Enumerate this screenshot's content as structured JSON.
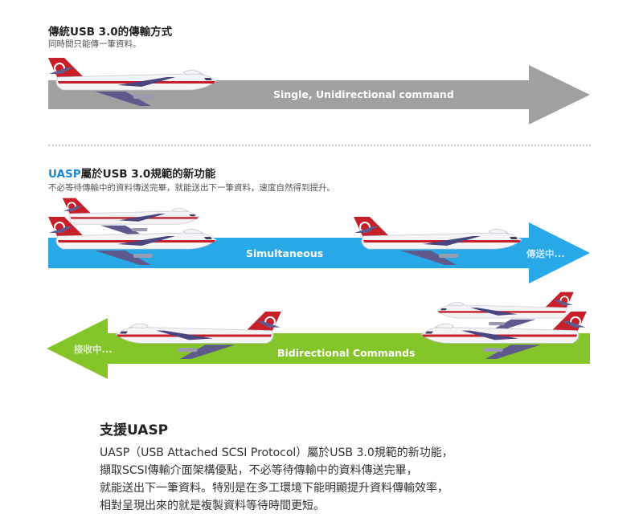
{
  "section1": {
    "title": "傳統USB 3.0的傳輸方式",
    "subtitle": "同時間只能傳一筆資料。",
    "arrow_label": "Single, Unidirectional command",
    "arrow_color": "#a0a0a0"
  },
  "section2": {
    "title_accent": "UASP",
    "title_rest": "屬於USB 3.0規範的新功能",
    "subtitle": "不必等待傳輸中的資料傳送完畢，就能送出下一筆資料，速度自然得到提升。",
    "blue_arrow_label": "Simultaneous",
    "blue_arrow_tip_label": "傳送中...",
    "blue_color": "#29a8e8",
    "green_arrow_label": "Bidirectional Commands",
    "green_arrow_tail_label": "接收中...",
    "green_color": "#84c52a"
  },
  "bottom": {
    "title": "支援UASP",
    "lines": [
      "UASP（USB Attached SCSI Protocol）屬於USB 3.0規範的新功能，",
      "擷取SCSI傳輸介面架構優點，不必等待傳輸中的資料傳送完畢，",
      "就能送出下一筆資料。特別是在多工環境下能明顯提升資料傳輸效率，",
      "相對呈現出來的就是複製資料等待時間更短。"
    ]
  },
  "plane_colors": {
    "body": "#f4f4f7",
    "stripe": "#c8202a",
    "tail": "#c8202a",
    "wing": "#5e5a8e"
  }
}
